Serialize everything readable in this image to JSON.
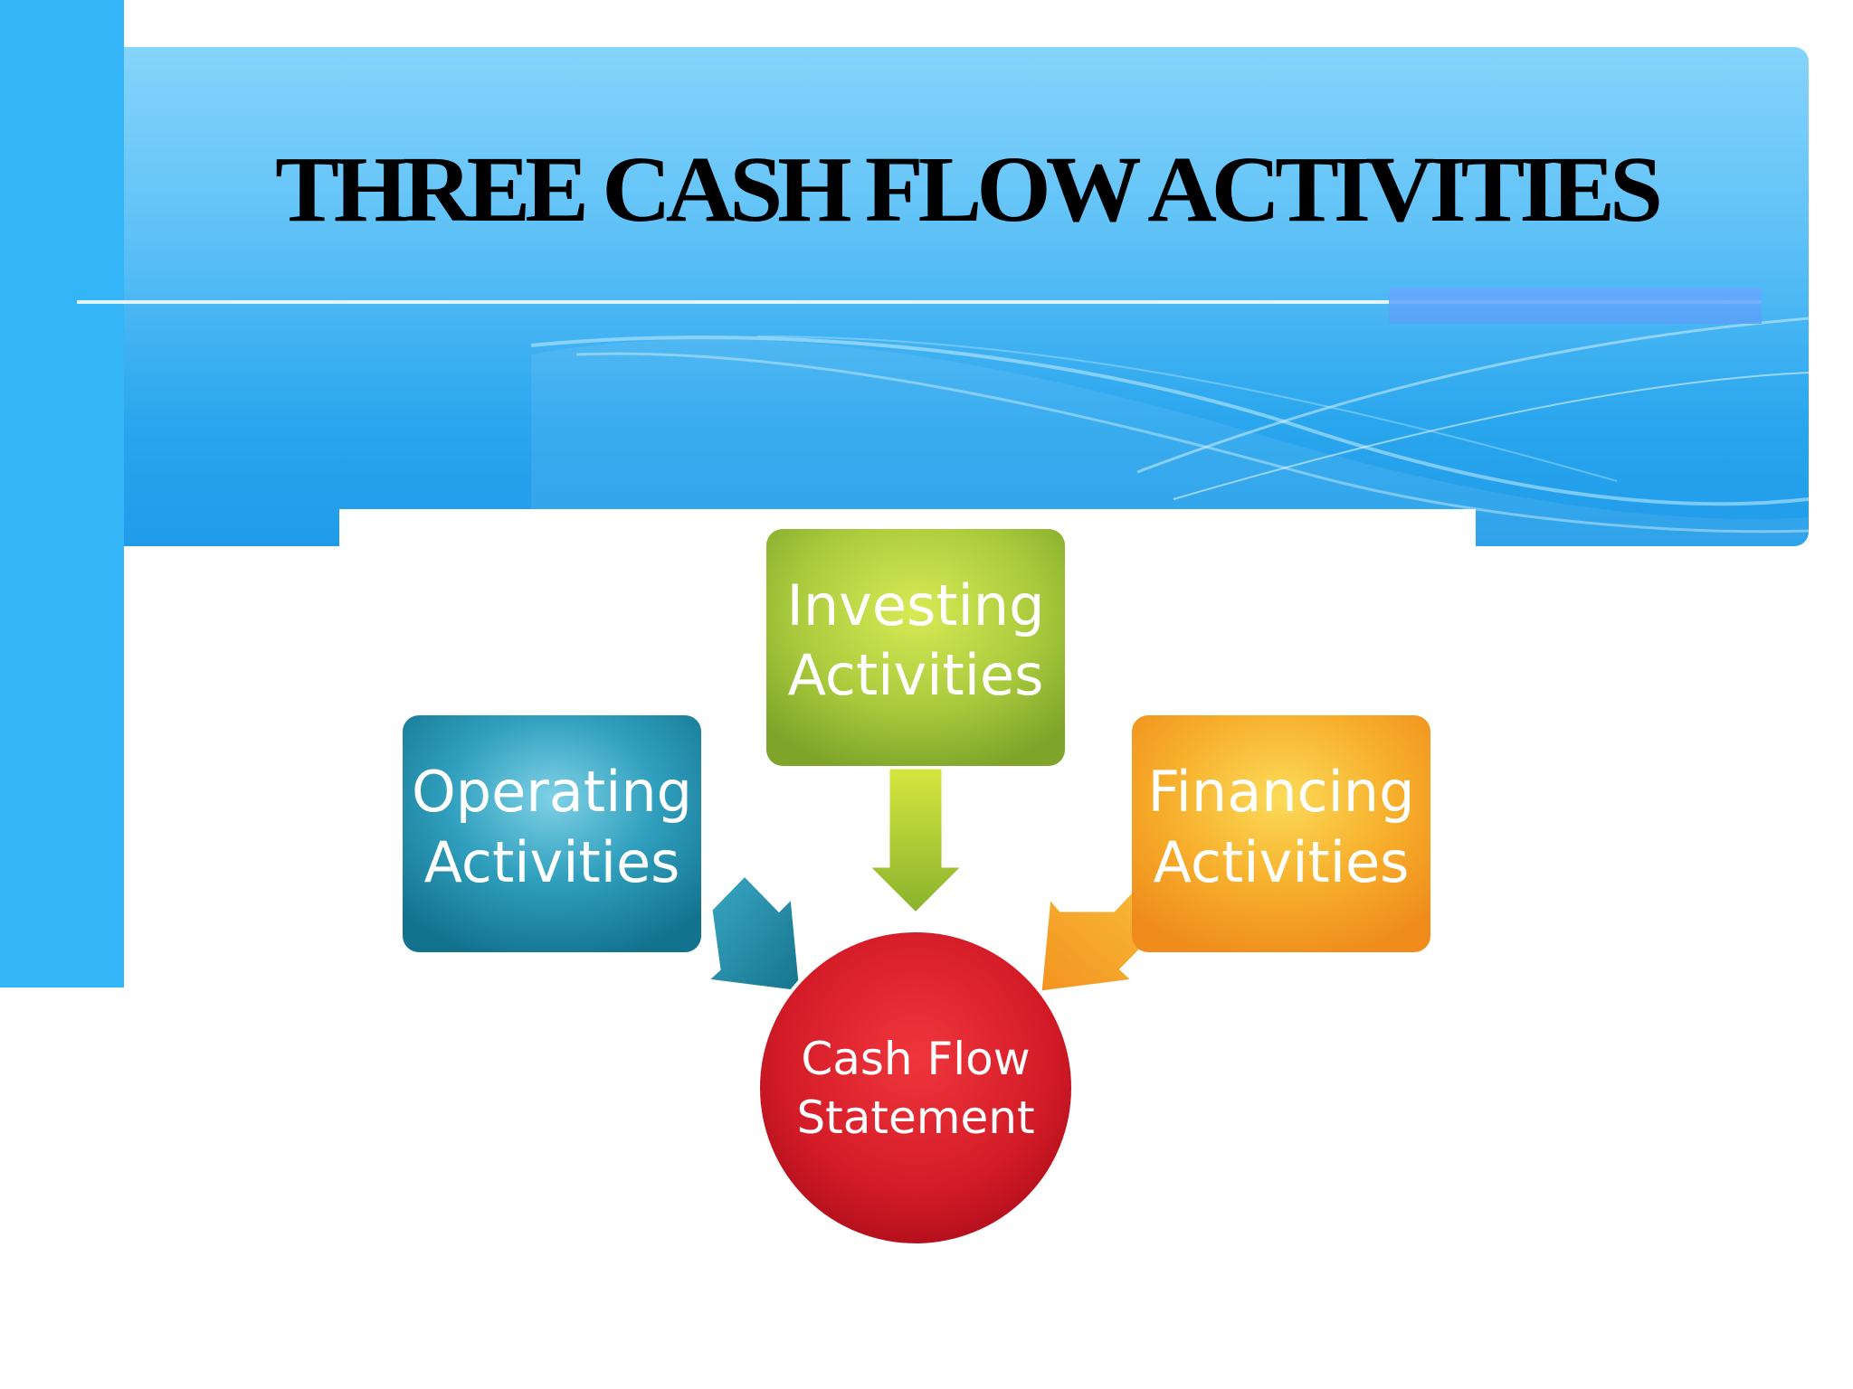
{
  "slide": {
    "title": "THREE  CASH FLOW ACTIVITIES"
  },
  "diagram": {
    "nodes": {
      "investing": {
        "line1": "Investing",
        "line2": "Activities",
        "color": "#9cc53a"
      },
      "operating": {
        "line1": "Operating",
        "line2": "Activities",
        "color": "#1d8aa6"
      },
      "financing": {
        "line1": "Financing",
        "line2": "Activities",
        "color": "#f4a425"
      },
      "statement": {
        "line1": "Cash Flow",
        "line2": "Statement",
        "color": "#d81c2a"
      }
    },
    "edges": [
      {
        "from": "investing",
        "to": "statement"
      },
      {
        "from": "operating",
        "to": "statement"
      },
      {
        "from": "financing",
        "to": "statement"
      }
    ]
  },
  "theme": {
    "banner_color": "#33b5f7",
    "left_bar_color": "#33b5f7",
    "title_color": "#000000"
  }
}
